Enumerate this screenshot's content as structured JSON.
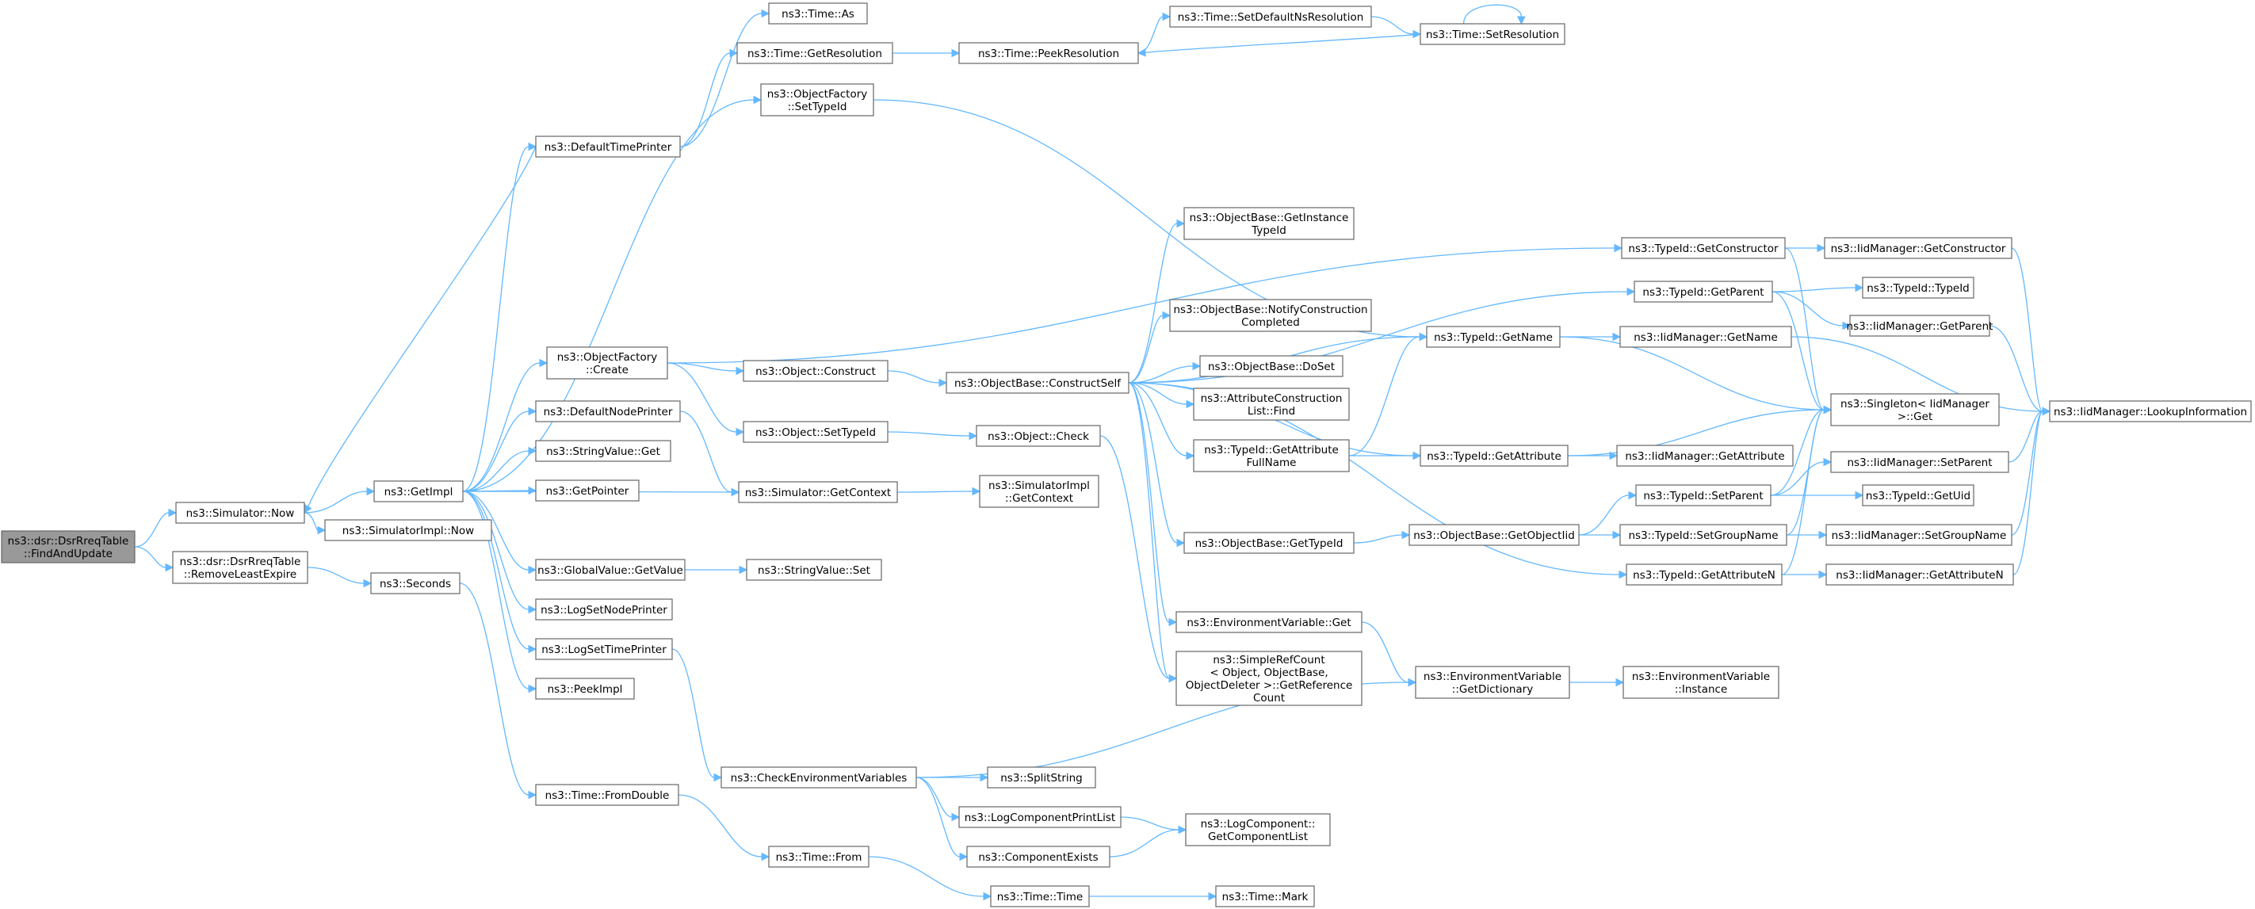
{
  "colors": {
    "edge": "#63b8ff",
    "node_border": "#666666",
    "root_fill": "#999999",
    "node_fill": "#ffffff"
  },
  "nodes": {
    "root": [
      "ns3::dsr::DsrRreqTable",
      "::FindAndUpdate"
    ],
    "sim_now": [
      "ns3::Simulator::Now"
    ],
    "remove_least": [
      "ns3::dsr::DsrRreqTable",
      "::RemoveLeastExpire"
    ],
    "getimpl": [
      "ns3::GetImpl"
    ],
    "simimpl_now": [
      "ns3::SimulatorImpl::Now"
    ],
    "seconds": [
      "ns3::Seconds"
    ],
    "default_time_printer": [
      "ns3::DefaultTimePrinter"
    ],
    "of_create": [
      "ns3::ObjectFactory",
      "::Create"
    ],
    "default_node_printer": [
      "ns3::DefaultNodePrinter"
    ],
    "stringvalue_get": [
      "ns3::StringValue::Get"
    ],
    "getpointer": [
      "ns3::GetPointer"
    ],
    "globalvalue_getvalue": [
      "ns3::GlobalValue::GetValue"
    ],
    "logsetnodeprinter": [
      "ns3::LogSetNodePrinter"
    ],
    "logsettimeprinter": [
      "ns3::LogSetTimePrinter"
    ],
    "peekimpl": [
      "ns3::PeekImpl"
    ],
    "time_fromdouble": [
      "ns3::Time::FromDouble"
    ],
    "time_as": [
      "ns3::Time::As"
    ],
    "time_getresolution": [
      "ns3::Time::GetResolution"
    ],
    "of_settypeid": [
      "ns3::ObjectFactory",
      "::SetTypeId"
    ],
    "object_construct": [
      "ns3::Object::Construct"
    ],
    "object_settypeid": [
      "ns3::Object::SetTypeId"
    ],
    "sim_getcontext": [
      "ns3::Simulator::GetContext"
    ],
    "stringvalue_set": [
      "ns3::StringValue::Set"
    ],
    "check_env": [
      "ns3::CheckEnvironmentVariables"
    ],
    "time_from": [
      "ns3::Time::From"
    ],
    "time_peekresolution": [
      "ns3::Time::PeekResolution"
    ],
    "ob_constructself": [
      "ns3::ObjectBase::ConstructSelf"
    ],
    "object_check": [
      "ns3::Object::Check"
    ],
    "simimpl_getcontext": [
      "ns3::SimulatorImpl",
      "::GetContext"
    ],
    "splitstring": [
      "ns3::SplitString"
    ],
    "logcomponentprintlist": [
      "ns3::LogComponentPrintList"
    ],
    "componentexists": [
      "ns3::ComponentExists"
    ],
    "time_time": [
      "ns3::Time::Time"
    ],
    "time_setdefaultns": [
      "ns3::Time::SetDefaultNsResolution"
    ],
    "ob_getinstancetypeid": [
      "ns3::ObjectBase::GetInstance",
      "TypeId"
    ],
    "ob_notifyconstruction": [
      "ns3::ObjectBase::NotifyConstruction",
      "Completed"
    ],
    "ob_doset": [
      "ns3::ObjectBase::DoSet"
    ],
    "attrconstr_find": [
      "ns3::AttributeConstruction",
      "List::Find"
    ],
    "typeid_getattributefullname": [
      "ns3::TypeId::GetAttribute",
      "FullName"
    ],
    "ob_gettypeid": [
      "ns3::ObjectBase::GetTypeId"
    ],
    "envvar_get": [
      "ns3::EnvironmentVariable::Get"
    ],
    "simplerefcount": [
      "ns3::SimpleRefCount",
      "< Object, ObjectBase,",
      "ObjectDeleter >::GetReference",
      "Count"
    ],
    "logcomponent_getlist": [
      "ns3::LogComponent::",
      "GetComponentList"
    ],
    "time_mark": [
      "ns3::Time::Mark"
    ],
    "time_setresolution": [
      "ns3::Time::SetResolution"
    ],
    "typeid_getname": [
      "ns3::TypeId::GetName"
    ],
    "typeid_getattribute": [
      "ns3::TypeId::GetAttribute"
    ],
    "ob_getobjectiid": [
      "ns3::ObjectBase::GetObjectIid"
    ],
    "envvar_getdictionary": [
      "ns3::EnvironmentVariable",
      "::GetDictionary"
    ],
    "typeid_getconstructor": [
      "ns3::TypeId::GetConstructor"
    ],
    "typeid_getparent": [
      "ns3::TypeId::GetParent"
    ],
    "iidm_getname": [
      "ns3::IidManager::GetName"
    ],
    "iidm_getattribute": [
      "ns3::IidManager::GetAttribute"
    ],
    "typeid_setparent": [
      "ns3::TypeId::SetParent"
    ],
    "typeid_setgroupname": [
      "ns3::TypeId::SetGroupName"
    ],
    "typeid_getattributen": [
      "ns3::TypeId::GetAttributeN"
    ],
    "envvar_instance": [
      "ns3::EnvironmentVariable",
      "::Instance"
    ],
    "iidm_getconstructor": [
      "ns3::IidManager::GetConstructor"
    ],
    "typeid_typeid": [
      "ns3::TypeId::TypeId"
    ],
    "iidm_getparent": [
      "ns3::IidManager::GetParent"
    ],
    "singleton_get": [
      "ns3::Singleton< IidManager",
      " >::Get"
    ],
    "iidm_setparent": [
      "ns3::IidManager::SetParent"
    ],
    "typeid_getuid": [
      "ns3::TypeId::GetUid"
    ],
    "iidm_setgroupname": [
      "ns3::IidManager::SetGroupName"
    ],
    "iidm_getattributen": [
      "ns3::IidManager::GetAttributeN"
    ],
    "iidm_lookupinformation": [
      "ns3::IidManager::LookupInformation"
    ]
  }
}
